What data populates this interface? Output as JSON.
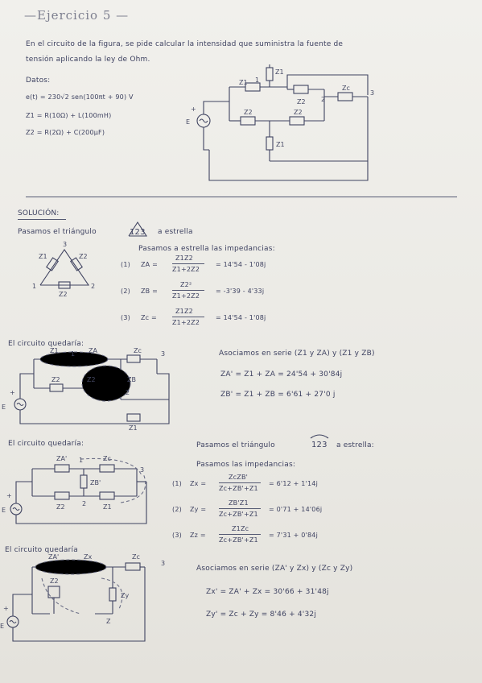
{
  "title": "—Ejercicio 5 —",
  "statement_l1": "En el circuito de la figura, se pide calcular la intensidad que suministra la fuente de",
  "statement_l2": "tensión aplicando la ley de Ohm.",
  "datos_label": "Datos:",
  "datos": [
    "e(t) = 230√2 sen(100πt + 90) V",
    "Z1 = R(10Ω) + L(100mH)",
    "Z2 = R(2Ω) + C(200μF)"
  ],
  "circuit1": {
    "labels": [
      "Z1",
      "Z1",
      "Z2",
      "Z2",
      "Z2",
      "Z1",
      "Zc",
      "1",
      "2",
      "3",
      "E",
      "+"
    ]
  },
  "solucion_label": "SOLUCIÓN:",
  "step1_intro": "Pasamos el triángulo",
  "step1_tri": "123",
  "step1_tail": "a estrella",
  "tri1_labels": [
    "Z1",
    "Z2",
    "Z2",
    "1",
    "2",
    "3"
  ],
  "step1_sub": "Pasamos a estrella las impedancias:",
  "eq1": [
    {
      "n": "(1)",
      "lhs": "ZA =",
      "num": "Z1Z2",
      "den": "Z1+2Z2",
      "res": "= 14'54 - 1'08j"
    },
    {
      "n": "(2)",
      "lhs": "ZB =",
      "num": "Z2²",
      "den": "Z1+2Z2",
      "res": "= -3'39 - 4'33j"
    },
    {
      "n": "(3)",
      "lhs": "Zc =",
      "num": "Z1Z2",
      "den": "Z1+2Z2",
      "res": "= 14'54 - 1'08j"
    }
  ],
  "q1_label": "El circuito quedaría:",
  "circuit2": {
    "labels": [
      "Z1",
      "ZA",
      "Zc",
      "3",
      "1",
      "Z2",
      "Z2",
      "ZB",
      "2",
      "E",
      "+",
      "Z1"
    ]
  },
  "series1_title": "Asociamos en serie (Z1 y ZA) y (Z1 y ZB)",
  "series1": [
    "ZA' = Z1 + ZA = 24'54 + 30'84j",
    "ZB' = Z1 + ZB = 6'61 + 27'0 j"
  ],
  "q2_label": "El circuito quedaría:",
  "circuit3": {
    "labels": [
      "ZA'",
      "Zc",
      "3",
      "ZB'",
      "1",
      "Z2",
      "Z1",
      "2",
      "E",
      "+"
    ]
  },
  "step2_intro": "Pasamos el triángulo",
  "step2_tri": "123",
  "step2_tail": "a estrella:",
  "step2_sub": "Pasamos las impedancias:",
  "eq2": [
    {
      "n": "(1)",
      "lhs": "Zx =",
      "num": "ZcZB'",
      "den": "Zc+ZB'+Z1",
      "res": "= 6'12 + 1'14j"
    },
    {
      "n": "(2)",
      "lhs": "Zy =",
      "num": "ZB'Z1",
      "den": "Zc+ZB'+Z1",
      "res": "= 0'71 + 14'06j"
    },
    {
      "n": "(3)",
      "lhs": "Zz =",
      "num": "Z1Zc",
      "den": "Zc+ZB'+Z1",
      "res": "= 7'31 + 0'84j"
    }
  ],
  "q3_label": "El circuito quedaría",
  "circuit4": {
    "labels": [
      "ZA'",
      "Zx",
      "Zc",
      "3",
      "Z2",
      "Zy",
      "Z",
      "E",
      "+"
    ]
  },
  "series2_title": "Asociamos en serie (ZA' y Zx) y (Zc y Zy)",
  "series2": [
    "Zx' = ZA' + Zx = 30'66 + 31'48j",
    "Zy' = Zc + Zy = 8'46 + 4'32j"
  ]
}
